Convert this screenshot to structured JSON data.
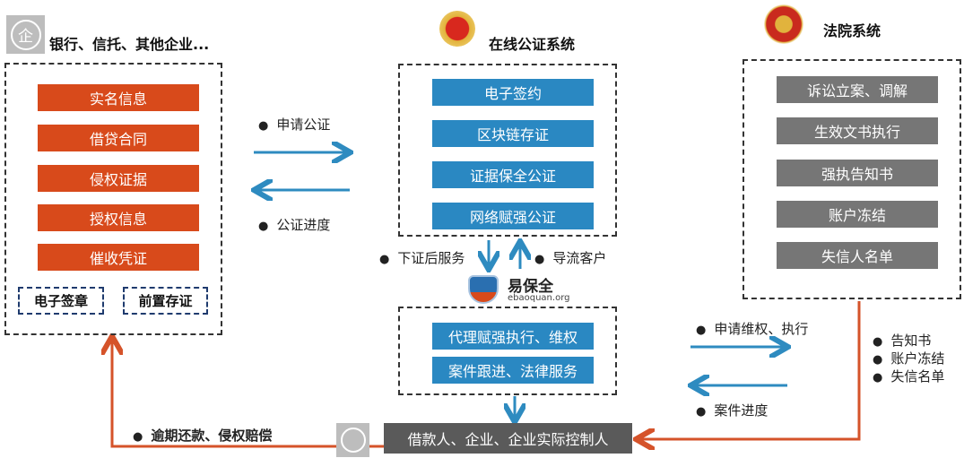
{
  "left": {
    "title": "银行、信托、其他企业...",
    "items": [
      "实名信息",
      "借贷合同",
      "侵权证据",
      "授权信息",
      "催收凭证"
    ],
    "badges": [
      "电子签章",
      "前置存证"
    ]
  },
  "middle": {
    "title": "在线公证系统",
    "items": [
      "电子签约",
      "区块链存证",
      "证据保全公证",
      "网络赋强公证"
    ],
    "logo_name": "易保全",
    "logo_url": "ebaoquan.org",
    "services": [
      "代理赋强执行、维权",
      "案件跟进、法律服务"
    ]
  },
  "right": {
    "title": "法院系统",
    "items": [
      "诉讼立案、调解",
      "生效文书执行",
      "强执告知书",
      "账户冻结",
      "失信人名单"
    ]
  },
  "flows": {
    "apply_notary": "申请公证",
    "notary_progress": "公证进度",
    "post_service": "下证后服务",
    "referral": "导流客户",
    "apply_enforce": "申请维权、执行",
    "case_progress": "案件进度",
    "notices": [
      "告知书",
      "账户冻结",
      "失信名单"
    ],
    "repay": "逾期还款、侵权赔偿"
  },
  "borrower": "借款人、企业、企业实际控制人"
}
